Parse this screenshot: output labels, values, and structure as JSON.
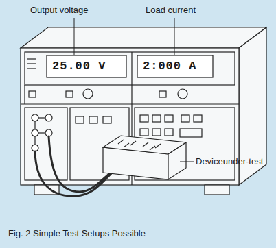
{
  "diagram": {
    "caption": "Fig. 2 Simple Test Setups Possible",
    "labels": [
      "Output voltage",
      "Load current",
      "25.00 V",
      "2:000 A",
      "Deviceunder-test"
    ]
  }
}
